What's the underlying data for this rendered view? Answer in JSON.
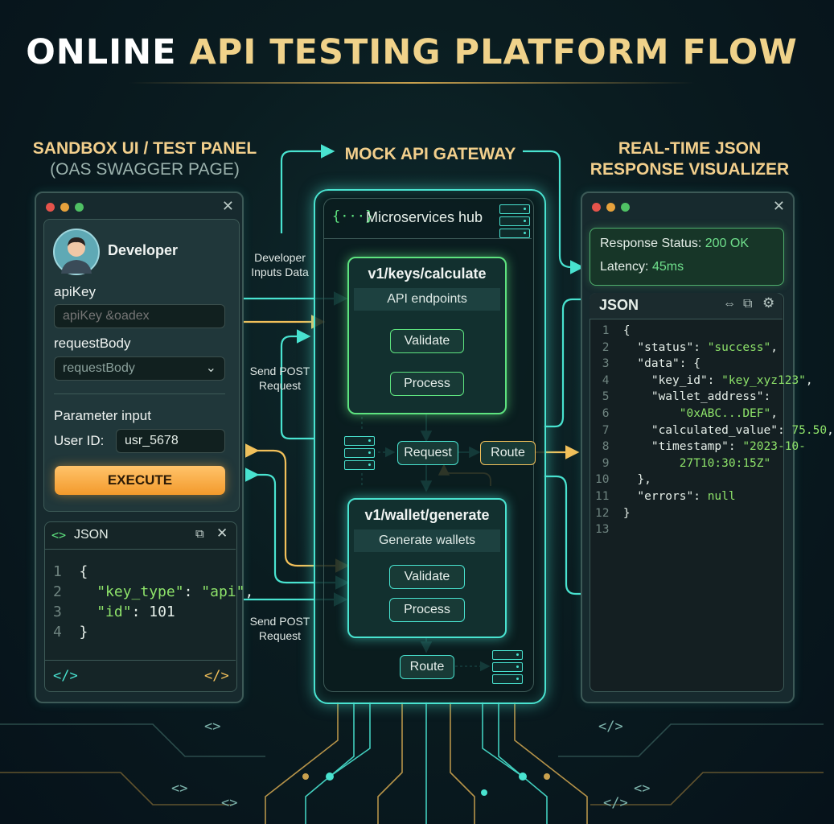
{
  "title": {
    "part1": "ONLINE",
    "part2": "API TESTING PLATFORM FLOW"
  },
  "columns": {
    "left": {
      "line1": "SANDBOX UI / TEST PANEL",
      "line2": "(OAS SWAGGER PAGE)"
    },
    "middle": {
      "line1": "MOCK API GATEWAY"
    },
    "right": {
      "line1": "REAL-TIME JSON",
      "line2": "RESPONSE VISUALIZER"
    }
  },
  "sandbox": {
    "user": "Developer",
    "apikey_label": "apiKey",
    "apikey_placeholder": "apiKey &oadex",
    "requestbody_label": "requestBody",
    "requestbody_value": "requestBody",
    "param_label": "Parameter input",
    "userid_label": "User ID:",
    "userid_value": "usr_5678",
    "execute": "EXECUTE",
    "json_title": "JSON",
    "code_lines": [
      {
        "n": "1",
        "t": "{"
      },
      {
        "n": "2",
        "k": "\"key_type\"",
        "v": "\"api\"",
        "end": ","
      },
      {
        "n": "3",
        "k": "\"id\"",
        "num": "101"
      },
      {
        "n": "4",
        "t": "}"
      }
    ]
  },
  "gateway": {
    "hub_icon": "{···}",
    "hub_title": "Microservices hub",
    "ep1": {
      "title": "v1/keys/calculate",
      "sub": "API endpoints",
      "validate": "Validate",
      "process": "Process"
    },
    "ep2": {
      "title": "v1/wallet/generate",
      "sub": "Generate wallets",
      "validate": "Validate",
      "process": "Process"
    },
    "request": "Request",
    "route1": "Route",
    "route2": "Route"
  },
  "flow_labels": {
    "dev_inputs": [
      "Developer",
      "Inputs Data"
    ],
    "post1": [
      "Send POST",
      "Request"
    ],
    "post2": [
      "Send POST",
      "Request"
    ]
  },
  "response": {
    "status_label": "Response Status:",
    "status_value": "200 OK",
    "latency_label": "Latency:",
    "latency_value": "45ms",
    "json_title": "JSON",
    "lines": [
      {
        "n": "1",
        "html": [
          [
            "k",
            "{"
          ]
        ]
      },
      {
        "n": "2",
        "html": [
          [
            "k",
            "  \"status\": "
          ],
          [
            "s",
            "\"success\""
          ],
          [
            "k",
            ","
          ]
        ]
      },
      {
        "n": "3",
        "html": [
          [
            "k",
            "  \"data\": {"
          ]
        ]
      },
      {
        "n": "4",
        "html": [
          [
            "k",
            "    \"key_id\": "
          ],
          [
            "s",
            "\"key_xyz123\""
          ],
          [
            "k",
            ","
          ]
        ]
      },
      {
        "n": "5",
        "html": [
          [
            "k",
            "    \"wallet_address\":"
          ]
        ]
      },
      {
        "n": "6",
        "html": [
          [
            "s",
            "        \"0xABC...DEF\""
          ],
          [
            "k",
            ","
          ]
        ]
      },
      {
        "n": "7",
        "html": [
          [
            "k",
            "    \"calculated_value\": "
          ],
          [
            "s",
            "75.50"
          ],
          [
            "k",
            ","
          ]
        ]
      },
      {
        "n": "8",
        "html": [
          [
            "k",
            "    \"timestamp\": "
          ],
          [
            "s",
            "\"2023-10-"
          ]
        ]
      },
      {
        "n": "9",
        "html": [
          [
            "s",
            "        27T10:30:15Z\""
          ]
        ]
      },
      {
        "n": "10",
        "html": [
          [
            "k",
            "  },"
          ]
        ]
      },
      {
        "n": "11",
        "html": [
          [
            "k",
            "  \"errors\": "
          ],
          [
            "s",
            "null"
          ]
        ]
      },
      {
        "n": "12",
        "html": [
          [
            "k",
            "}"
          ]
        ]
      },
      {
        "n": "13",
        "html": []
      }
    ]
  },
  "code_tags": [
    "</>",
    "</>",
    "<>",
    "</>",
    "<>",
    "</>",
    "<>",
    "<>"
  ],
  "colors": {
    "cyan": "#49e3d0",
    "green": "#5ee37f",
    "gold": "#f2c05a",
    "orange": "#f39a2c"
  }
}
